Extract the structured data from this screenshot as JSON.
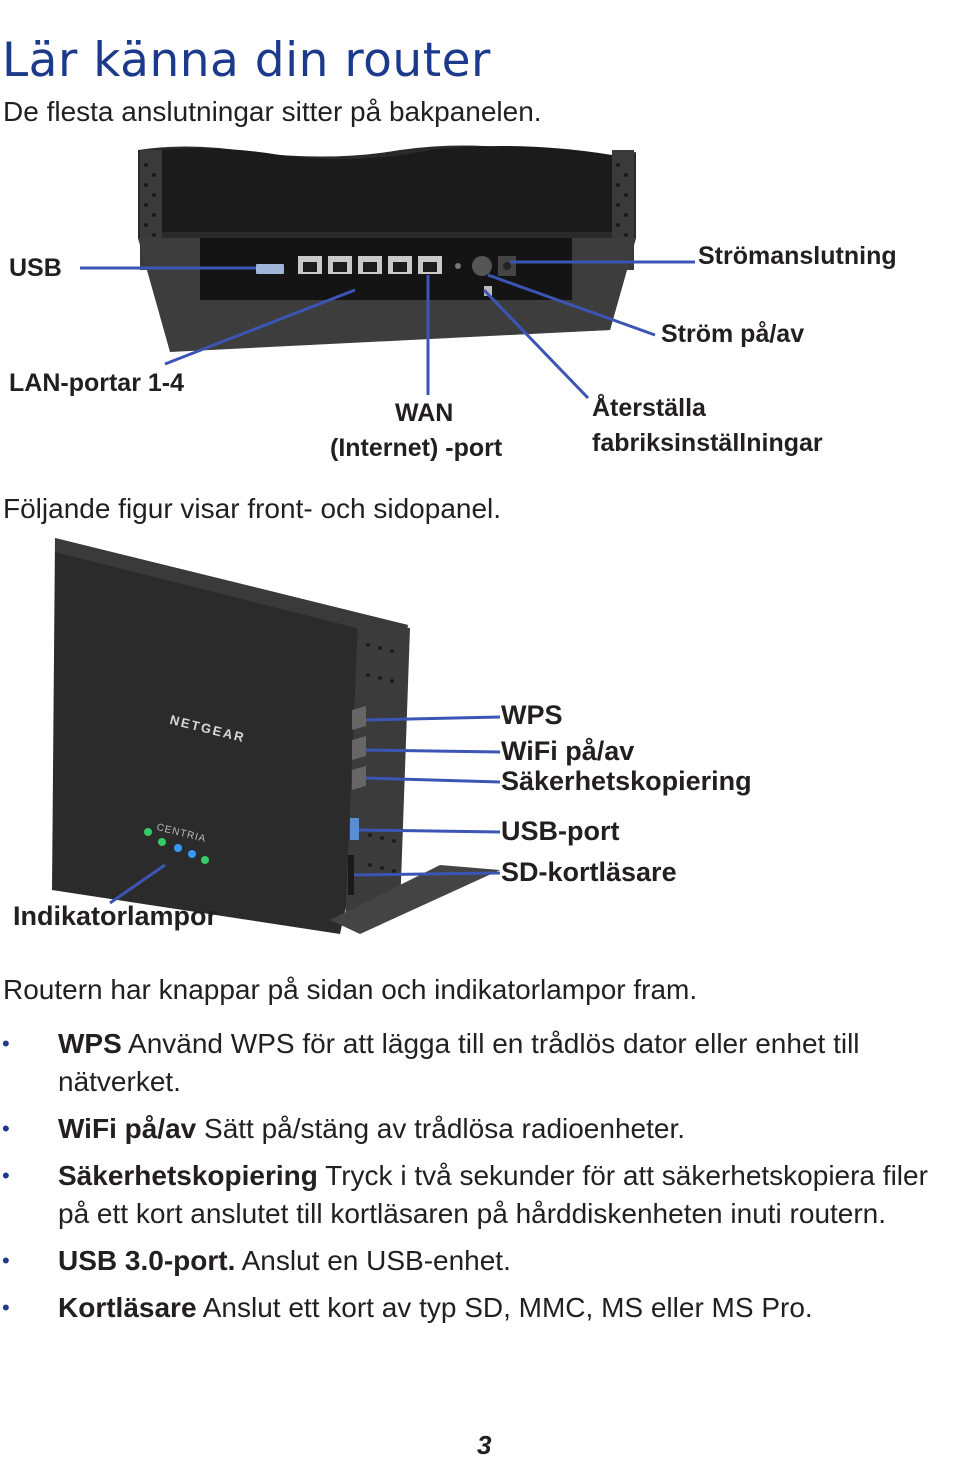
{
  "title": "Lär känna din router",
  "intro": "De flesta anslutningar sitter på bakpanelen.",
  "back_panel": {
    "labels": {
      "usb": "USB",
      "power_connection": "Strömanslutning",
      "power_switch": "Ström på/av",
      "lan_ports": "LAN-portar 1-4",
      "wan_line1": "WAN",
      "wan_line2": "(Internet) -port",
      "reset_line1": "Återställa",
      "reset_line2": "fabriksinställningar"
    }
  },
  "front_intro": "Följande figur visar front- och sidopanel.",
  "side_panel": {
    "labels": {
      "wps": "WPS",
      "wifi": "WiFi på/av",
      "backup": "Säkerhetskopiering",
      "usb_port": "USB-port",
      "sd_reader": "SD-kortläsare",
      "leds": "Indikatorlampor"
    },
    "logo": "NETGEAR",
    "model": "CENTRIA"
  },
  "summary": "Routern har knappar på sidan och indikatorlampor fram.",
  "bullets": [
    {
      "term": "WPS",
      "text": " Använd WPS för att lägga till en trådlös dator eller enhet till nätverket."
    },
    {
      "term": "WiFi på/av",
      "text": " Sätt på/stäng av trådlösa radioenheter."
    },
    {
      "term": "Säkerhetskopiering",
      "text": " Tryck i två sekunder för att säkerhetskopiera filer på ett kort anslutet till kortläsaren på hårddiskenheten inuti routern."
    },
    {
      "term": "USB 3.0-port.",
      "text": " Anslut en USB-enhet."
    },
    {
      "term": "Kortläsare",
      "text": " Anslut ett kort av typ SD, MMC, MS eller MS Pro."
    }
  ],
  "page_number": "3",
  "colors": {
    "title": "#1c3a8c",
    "leader": "#3b55b5",
    "body": "#231f20"
  }
}
